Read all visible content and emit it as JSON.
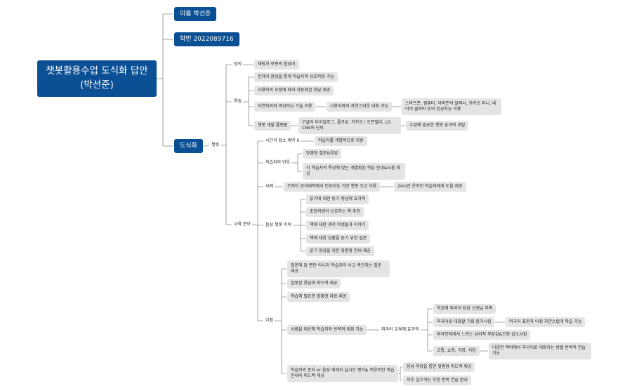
{
  "root": "챗봇활용수업 도식화 답안(박선준)",
  "level1": {
    "name": "이름 박선준",
    "id": "학번 2022089716",
    "diagram": "도식화"
  },
  "chatbot": "챗봇",
  "definition": {
    "label": "정의",
    "text": "채팅과 로봇의 합성어"
  },
  "features": {
    "label": "특징",
    "items": [
      "문자와 음성을 통해 학습자와 상호작용 가능",
      "사용자의 요청에 따라 자동화된 응답 제공",
      "자연처리와 머신러닝 기술 이용",
      "사용자와의 자연스러운 대화 가능",
      "스마트폰, 컴퓨터, 아마존의 알렉사, 카카오 미니, 네이버 클로바 등의 인공지능 이용",
      "챗봇 개발 플랫폼",
      "구글의 다이얼로그, 플로우, 카카오 i 오픈빌더, LG CNS의 단비",
      "수업에 필요한 챗봇 효과적 개발"
    ]
  },
  "education": {
    "label": "교육 분야",
    "nodes": [
      "시간과 장소 제약 X",
      "학습자를 개별적으로 지원",
      "학습자의 반응",
      "맞춤형 질문&응답",
      "각 학습자의 특성에 맞는 개별화된 학습 안내&도움 제공",
      "사례",
      "조지아 공과대학에서 인공지능 기반 챗봇 조교 이용",
      "24시간 온라인 학습자에게 도움 제공",
      "읽기에 대한 동기 향상에 효과적",
      "초등학생이 선호하는 책 추천",
      "책에 대한 생각 학생들과 이야기",
      "책에 대한 상황을 듣기 위한 질문",
      "읽기 향상을 위한 맞춤형 안내 제공",
      "음성 챗봇 미미",
      "질문에 답 뿐만 아니라 학습자의 사고 촉진하는 질문 제공",
      "잘못된 응답에 피드백 제공",
      "학습에 필요한 맞춤형 자료 제공",
      "이점",
      "사람을 대신해 학습자와 반복적 대화 가능",
      "외국어 교육에 효과적",
      "학교에 외국어 담당 선생님 부족",
      "외국어로 대화할 기회 증가시킴",
      "외국어 표현과 어휘 자연스럽게 학습 가능",
      "외국인에게서 느끼는 심리적 부담감&긴장 감소시킴",
      "교통, 쇼핑, 극장, 식당",
      "다양한 맥락에서 외국어로 대화하는 방법 반복적 연습 가능",
      "학습자의 문자 or 음성 메세지 실시간 평가& 적응적인 학습 안내와 피드백 제공",
      "음성 저장을 통한 맞춤형 피드백 제공",
      "자주 실수하는 부분 반복 연습 안내"
    ]
  },
  "colors": {
    "blue": "#0b4f94",
    "chip": "#e4e4e4",
    "line": "#8a8a8a"
  }
}
